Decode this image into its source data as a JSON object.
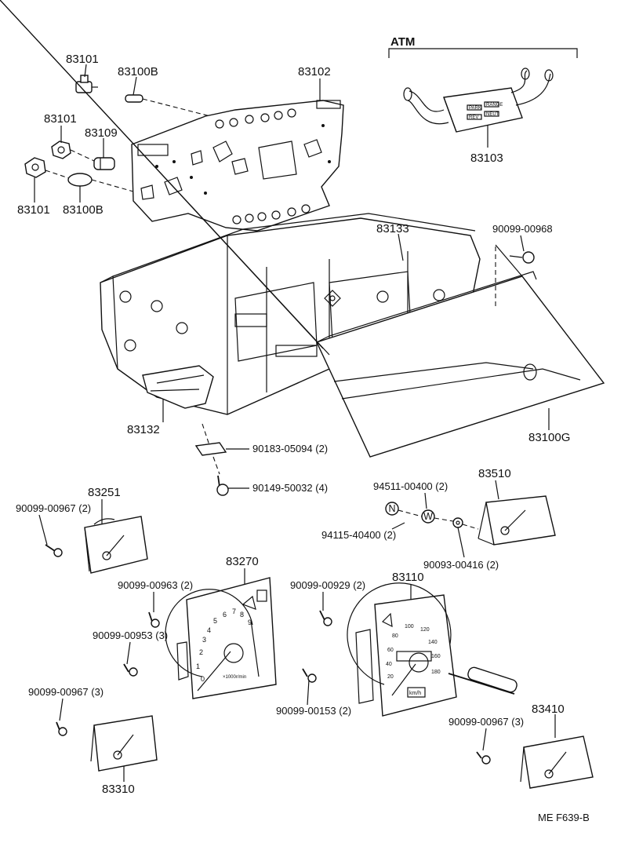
{
  "diagram": {
    "atm_label": "ATM",
    "footer_code": "ME  F639-B",
    "parts": {
      "p83101_a": "83101",
      "p83100B_a": "83100B",
      "p83102": "83102",
      "p83101_b": "83101",
      "p83109": "83109",
      "p83101_c": "83101",
      "p83100B_b": "83100B",
      "p83103": "83103",
      "p83133": "83133",
      "p90099_00968": "90099-00968",
      "p83132": "83132",
      "p83100G": "83100G",
      "p90183_05094": "90183-05094 (2)",
      "p90149_50032": "90149-50032 (4)",
      "p83251": "83251",
      "p90099_00967_a": "90099-00967 (2)",
      "p94511_00400": "94511-00400 (2)",
      "p83510": "83510",
      "p94115_40400": "94115-40400 (2)",
      "p90093_00416": "90093-00416 (2)",
      "p83270": "83270",
      "p90099_00963": "90099-00963 (2)",
      "p90099_00929": "90099-00929 (2)",
      "p83110": "83110",
      "p90099_00953": "90099-00953 (3)",
      "p90099_00967_b": "90099-00967 (3)",
      "p90099_00153": "90099-00153 (2)",
      "p90099_00967_c": "90099-00967 (3)",
      "p83410": "83410",
      "p83310": "83310"
    },
    "markers": {
      "nut_letter": "N",
      "washer_letter": "W"
    },
    "switch_labels": [
      "PARK",
      "RANGE",
      "REV",
      "NEUT"
    ],
    "tacho": {
      "ticks": [
        "0",
        "1",
        "2",
        "3",
        "4",
        "5",
        "6",
        "7",
        "8",
        "9"
      ],
      "unit": "×1000r/min"
    },
    "speedo": {
      "ticks": [
        "20",
        "40",
        "60",
        "80",
        "100",
        "120",
        "140",
        "160",
        "180"
      ],
      "unit": "km/h"
    }
  }
}
